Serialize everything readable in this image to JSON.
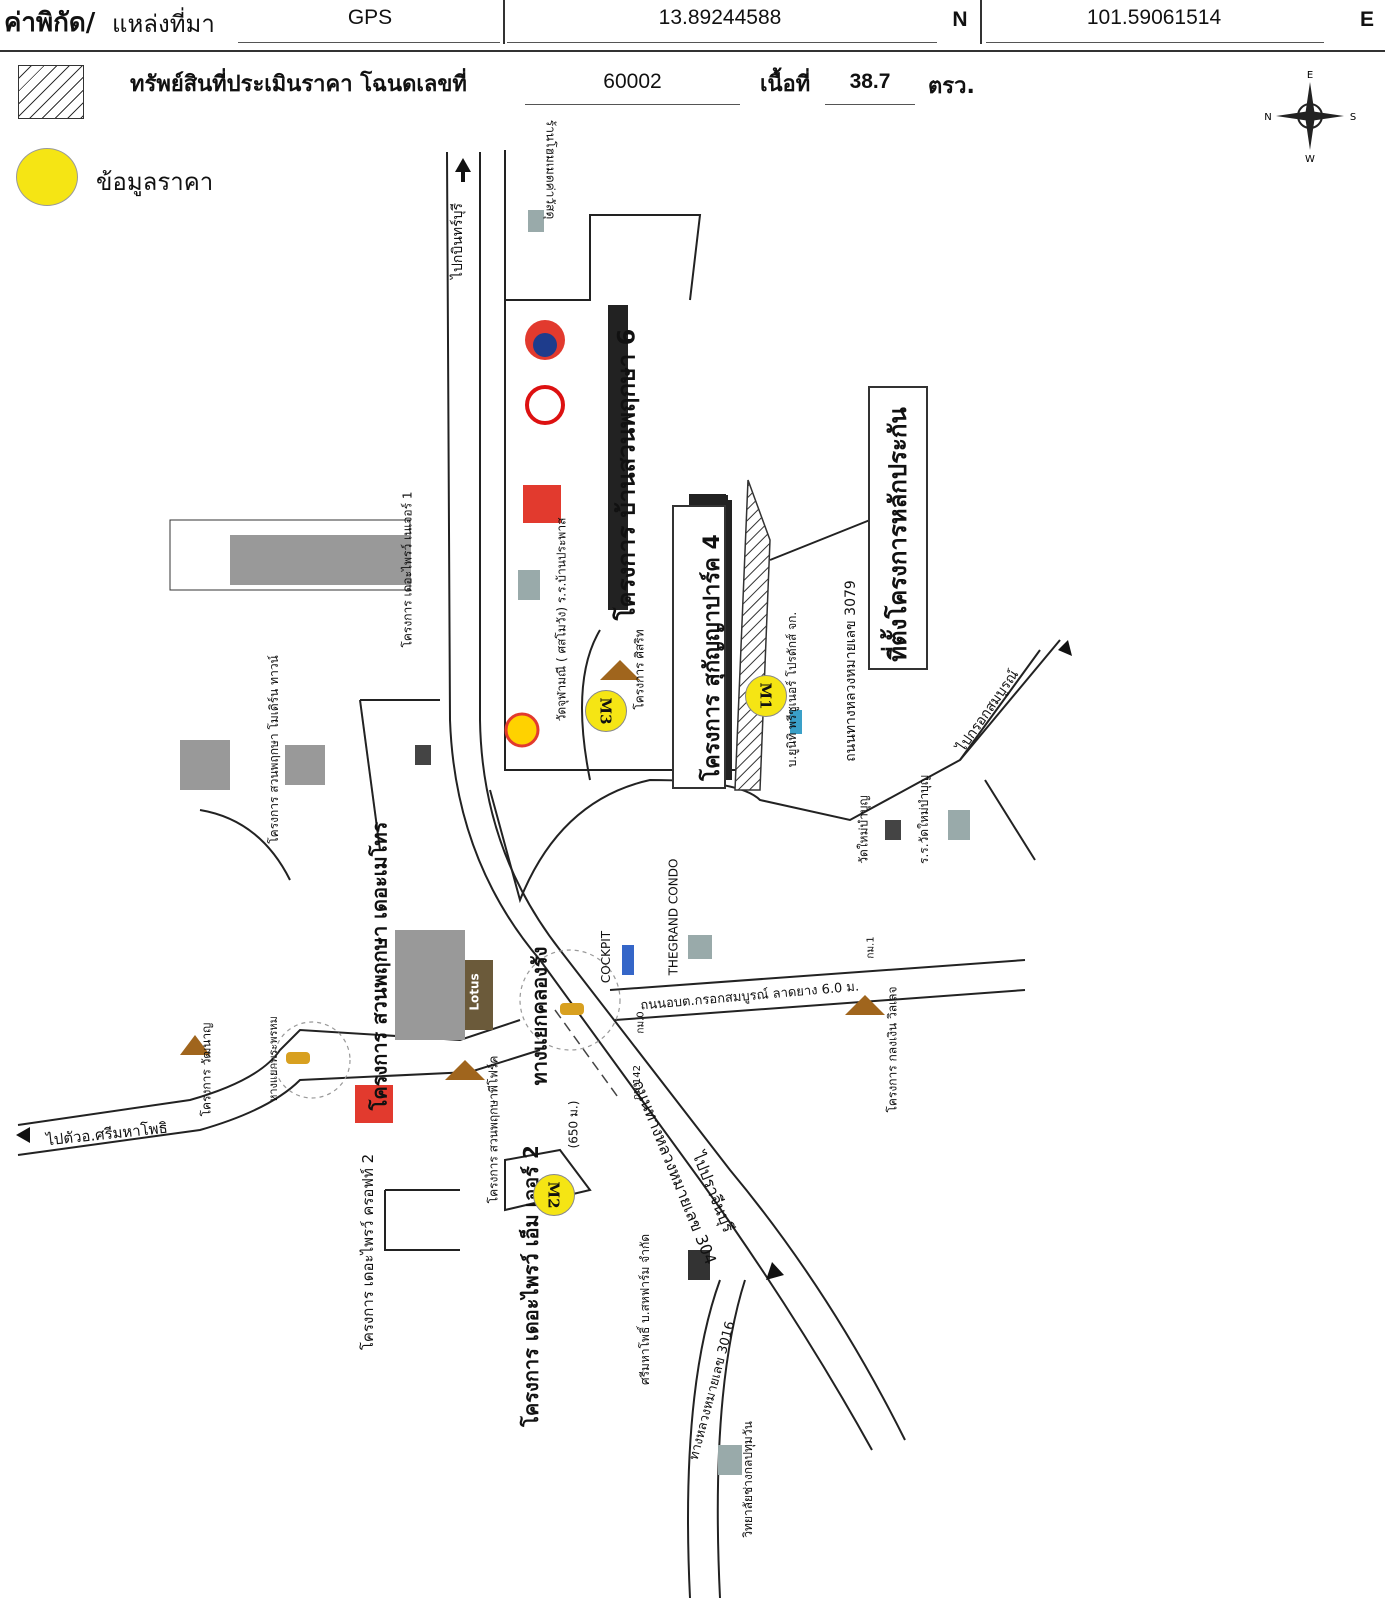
{
  "header": {
    "coord_label": "ค่าพิกัด/",
    "source_label": "แหล่งที่มา",
    "source_value": "GPS",
    "lat_value": "13.89244588",
    "lat_dir": "N",
    "lon_value": "101.59061514",
    "lon_dir": "E"
  },
  "legend": {
    "property_label": "ทรัพย์สินที่ประเมินราคา โฉนดเลขที่",
    "deed_no": "60002",
    "area_label": "เนื้อที่",
    "area_value": "38.7",
    "area_unit": "ตรว.",
    "price_label": "ข้อมูลราคา"
  },
  "compass": {
    "n": "N",
    "s": "S",
    "e": "E",
    "w": "W"
  },
  "markers": [
    "M1",
    "M2",
    "M3"
  ],
  "map_labels": {
    "to_kabinburi": "ไปกบินทร์บุรี",
    "shop": "ร้านโฮมเมดค่าวัสดุ",
    "proj_suanphruksa6": "โครงการ บ้านสวนพฤกษา 6",
    "proj_subject": "ที่ตั้งโครงการหลักประกัน",
    "proj_sukanya": "โครงการ สุกัญญาปาร์ค 4",
    "proj_nature1": "โครงการ เดอะไพรว์ เนเจอร์ 1",
    "temple_school": "วัดจุฬามณี ( ศสโมวัง) ร.ร.บ้านประพาส",
    "proj_sitrich": "โครงการ ศิสริท",
    "garden_town": "โครงการ สวนพฤกษา โมเดิร์น ทาวน์",
    "wat_bun": "วัดใหม่บำบุญ",
    "school_wat": "ร.ร.วัดใหม่บำบุญ",
    "company": "บ.ยูนิทิ พรีซูเนอร์ โปรดักส์ จก.",
    "road_3079": "ถนนทางหลวงหมายเลข 3079",
    "to_krok": "ไปกรอกสมบูรณ์",
    "proj_theatmo": "โครงการ สวนพฤกษา เดอะเมโทร",
    "grand_condo": "THEGRAND CONDO",
    "cockpit": "COCKPIT",
    "junction": "ทางแยกคลองรัง",
    "road_krok": "ถนนอบต.กรอกสมบูรณ์ ลาดยาง 6.0 ม.",
    "km1": "กม.1",
    "km0": "กม.0",
    "proj_klongngern": "โครงการ กลงเงิน วิลเลจ",
    "proj_pattani": "โครงการ วัฒนาญ",
    "hang_yaek": "หางแยกพระพรหม",
    "to_srimahaphot": "ไปตัวอ.ศรีมหาโพธิ",
    "proj_suan_nphl": "โครงการ สวนพฤกษาพีโฟร์ค",
    "dist_650": "(650 ม.)",
    "km142": "กม.142",
    "road_304": "ถนนทางหลวงหมายเลข 304",
    "to_prachin": "ไปปราจีนบุรี",
    "proj_privar2": "โครงการ เดอะไพรว์ ครอฟท์ 2",
    "proj_privar2b": "โครงการ เดอะไพรว์ เอ็ม เจอร์ 2",
    "srimahaphot_co": "ศรีมหาโพธิ์ บ.สหฟาร์ม จำกัด",
    "road_3016": "ทางหลวงหมายเลข 3016",
    "college": "วิทยาลัยช่างกลปทุมวัน",
    "lotus": "Lotus"
  }
}
